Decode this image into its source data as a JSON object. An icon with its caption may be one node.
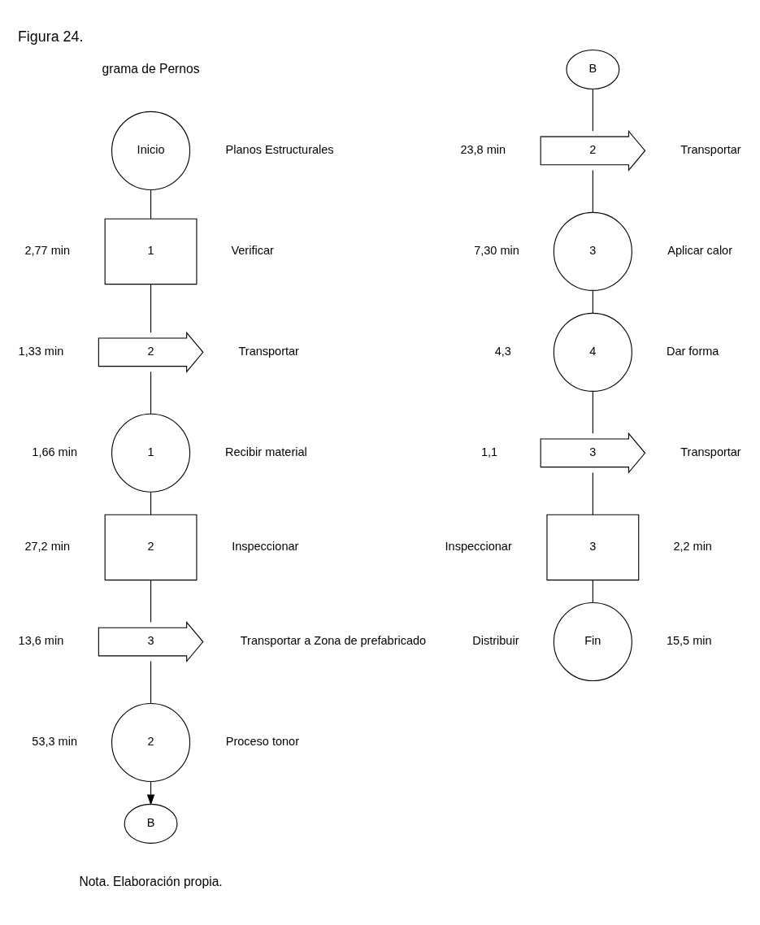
{
  "diagram": {
    "title": "Figura 24.",
    "caption": "Nota. Elaboración propia.",
    "nodes": [
      {
        "text": [
          "Inicio"
        ],
        "beside": [
          "Planos Estructurales"
        ]
      },
      {
        "text": [
          "1"
        ],
        "beside": [
          "2,77 min",
          "Verificar"
        ]
      },
      {
        "text": [
          "2"
        ],
        "beside": [
          "1,33 min",
          "Transportar"
        ]
      },
      {
        "text": [
          "1"
        ],
        "beside": [
          "1,66 min",
          "Recibir material"
        ]
      },
      {
        "text": [
          "2"
        ],
        "beside": [
          "27,2 min",
          "Inspeccionar"
        ]
      },
      {
        "text": [
          "3"
        ],
        "beside": [
          "13,6 min",
          "Transportar a Zona de prefabricado"
        ]
      },
      {
        "text": [
          "2"
        ],
        "beside": [
          "53,3 min",
          "Proceso tonor"
        ]
      },
      {
        "text": [
          "B"
        ]
      },
      {
        "text": [
          "B"
        ]
      },
      {
        "text": [
          "2"
        ],
        "beside": [
          "23,8 min",
          "Transportar"
        ]
      },
      {
        "text": [
          "3"
        ],
        "beside": [
          "7,30 min",
          "Aplicar calor"
        ]
      },
      {
        "text": [
          "4"
        ],
        "beside": [
          "4,3",
          "Dar forma"
        ]
      },
      {
        "text": [
          "3"
        ],
        "beside": [
          "1,1",
          "Transportar"
        ]
      },
      {
        "text": [
          "3"
        ],
        "beside": [
          "Inspeccionar",
          "2,2 min"
        ]
      },
      {
        "text": [
          "Fin"
        ],
        "beside": [
          "Distribuir",
          "15,5 min"
        ]
      }
    ],
    "edges": [
      {
        "from": 0,
        "to": 1,
        "arrow": "none"
      },
      {
        "from": 1,
        "to": 2,
        "arrow": "none"
      },
      {
        "from": 2,
        "to": 3,
        "arrow": "none"
      },
      {
        "from": 3,
        "to": 4,
        "arrow": "none"
      },
      {
        "from": 4,
        "to": 5,
        "arrow": "none"
      },
      {
        "from": 5,
        "to": 6,
        "arrow": "none"
      },
      {
        "from": 6,
        "to": 7,
        "arrow": "to"
      },
      {
        "from": 8,
        "to": 9,
        "arrow": "none"
      },
      {
        "from": 9,
        "to": 10,
        "arrow": "none"
      },
      {
        "from": 10,
        "to": 11,
        "arrow": "none"
      },
      {
        "from": 11,
        "to": 12,
        "arrow": "none"
      },
      {
        "from": 12,
        "to": 13,
        "arrow": "none"
      },
      {
        "from": 13,
        "to": 14,
        "arrow": "none"
      }
    ],
    "labels": [
      "grama de Pernos"
    ]
  }
}
